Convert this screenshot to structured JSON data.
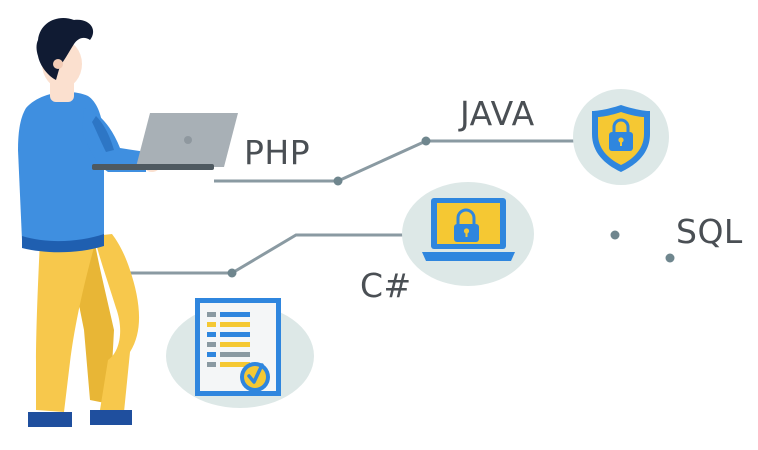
{
  "labels": {
    "php": "PHP",
    "java": "JAVA",
    "sql": "SQL",
    "csharp": "C#"
  },
  "icons": [
    "person-icon",
    "laptop-icon",
    "shield-lock-icon",
    "laptop-lock-icon",
    "checklist-document-icon"
  ],
  "colors": {
    "connector": "#8a9aa2",
    "node": "#6f868e",
    "circle_bg": "#dde8e7",
    "shirt": "#3f8fe0",
    "pants": "#f7c84c",
    "shoes": "#1f4f9e",
    "hair": "#101b33",
    "shield": "#f5c833",
    "doc_frame": "#2f86de"
  }
}
